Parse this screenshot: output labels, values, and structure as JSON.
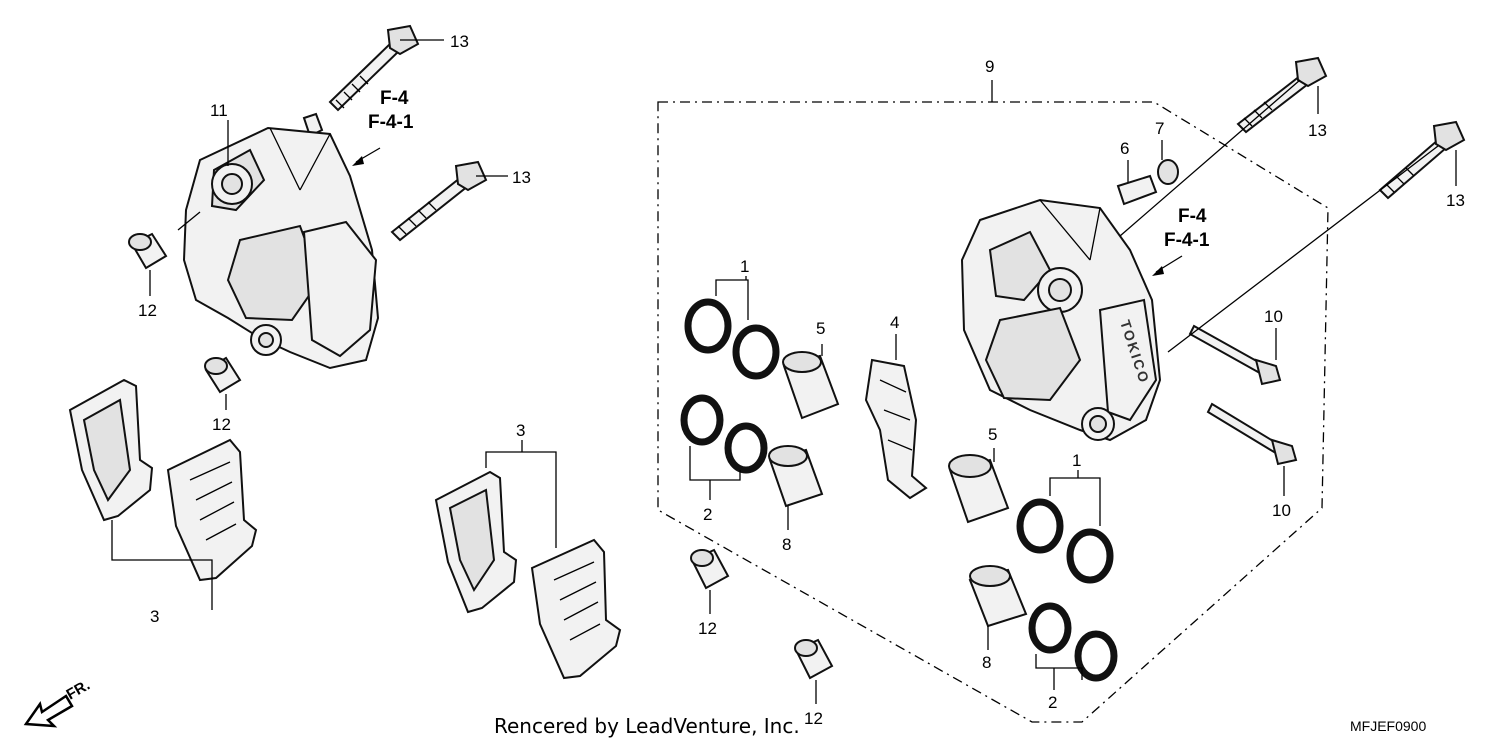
{
  "callouts": {
    "p1a": "1",
    "p1b": "1",
    "p2a": "2",
    "p2b": "2",
    "p3a": "3",
    "p3b": "3",
    "p4": "4",
    "p5a": "5",
    "p5b": "5",
    "p6": "6",
    "p7": "7",
    "p8a": "8",
    "p8b": "8",
    "p9": "9",
    "p10a": "10",
    "p10b": "10",
    "p11": "11",
    "p12a": "12",
    "p12b": "12",
    "p12c": "12",
    "p12d": "12",
    "p13a": "13",
    "p13b": "13",
    "p13c": "13",
    "p13d": "13"
  },
  "refs": {
    "left_line1": "F-4",
    "left_line2": "F-4-1",
    "right_line1": "F-4",
    "right_line2": "F-4-1"
  },
  "caliper_brand": "TOKICO",
  "direction_label": "FR.",
  "credit": "Rencered by LeadVenture, Inc.",
  "diagram_code": "MFJEF0900"
}
